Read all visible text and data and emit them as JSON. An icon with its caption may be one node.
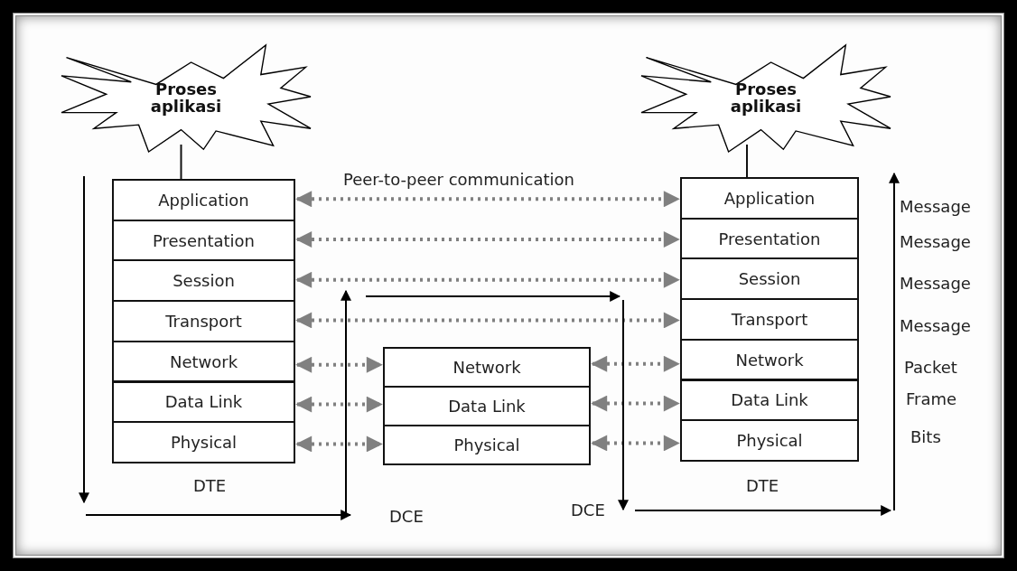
{
  "diagram": {
    "nodes": [
      {
        "text": [
          "Proses aplikasi"
        ]
      },
      {
        "text": [
          "Application"
        ]
      },
      {
        "text": [
          "Presentation"
        ]
      },
      {
        "text": [
          "Session"
        ]
      },
      {
        "text": [
          "Transport"
        ]
      },
      {
        "text": [
          "Network"
        ]
      },
      {
        "text": [
          "Data Link"
        ]
      },
      {
        "text": [
          "Physical"
        ]
      },
      {
        "text": [
          "Proses aplikasi"
        ]
      },
      {
        "text": [
          "Application"
        ]
      },
      {
        "text": [
          "Presentation"
        ]
      },
      {
        "text": [
          "Session"
        ]
      },
      {
        "text": [
          "Transport"
        ]
      },
      {
        "text": [
          "Network"
        ]
      },
      {
        "text": [
          "Data Link"
        ]
      },
      {
        "text": [
          "Physical"
        ]
      },
      {
        "text": [
          "Network"
        ]
      },
      {
        "text": [
          "Data Link"
        ]
      },
      {
        "text": [
          "Physical"
        ]
      }
    ],
    "edges": [
      {
        "from": 0,
        "to": 1,
        "arrow": "none",
        "color": "#111111"
      },
      {
        "from": 8,
        "to": 9,
        "arrow": "none",
        "color": "#111111"
      },
      {
        "from": 1,
        "to": 9,
        "arrow": "both",
        "style": "dashed"
      },
      {
        "from": 2,
        "to": 10,
        "arrow": "both",
        "style": "dashed"
      },
      {
        "from": 3,
        "to": 11,
        "arrow": "both",
        "style": "dashed"
      },
      {
        "from": 4,
        "to": 12,
        "arrow": "both",
        "style": "dashed"
      },
      {
        "from": 5,
        "to": 16,
        "arrow": "both",
        "style": "dashed"
      },
      {
        "from": 16,
        "to": 13,
        "arrow": "both",
        "style": "dashed"
      },
      {
        "from": 6,
        "to": 17,
        "arrow": "both",
        "style": "dashed"
      },
      {
        "from": 17,
        "to": 14,
        "arrow": "both",
        "style": "dashed"
      },
      {
        "from": 7,
        "to": 18,
        "arrow": "both",
        "style": "dashed"
      },
      {
        "from": 18,
        "to": 15,
        "arrow": "both",
        "style": "dashed"
      }
    ],
    "labels": [
      "Peer-to-peer communication",
      "Message",
      "Message",
      "Message",
      "Message",
      "Packet",
      "Frame",
      "Bits",
      "DTE",
      "DCE",
      "DCE",
      "DTE"
    ]
  }
}
